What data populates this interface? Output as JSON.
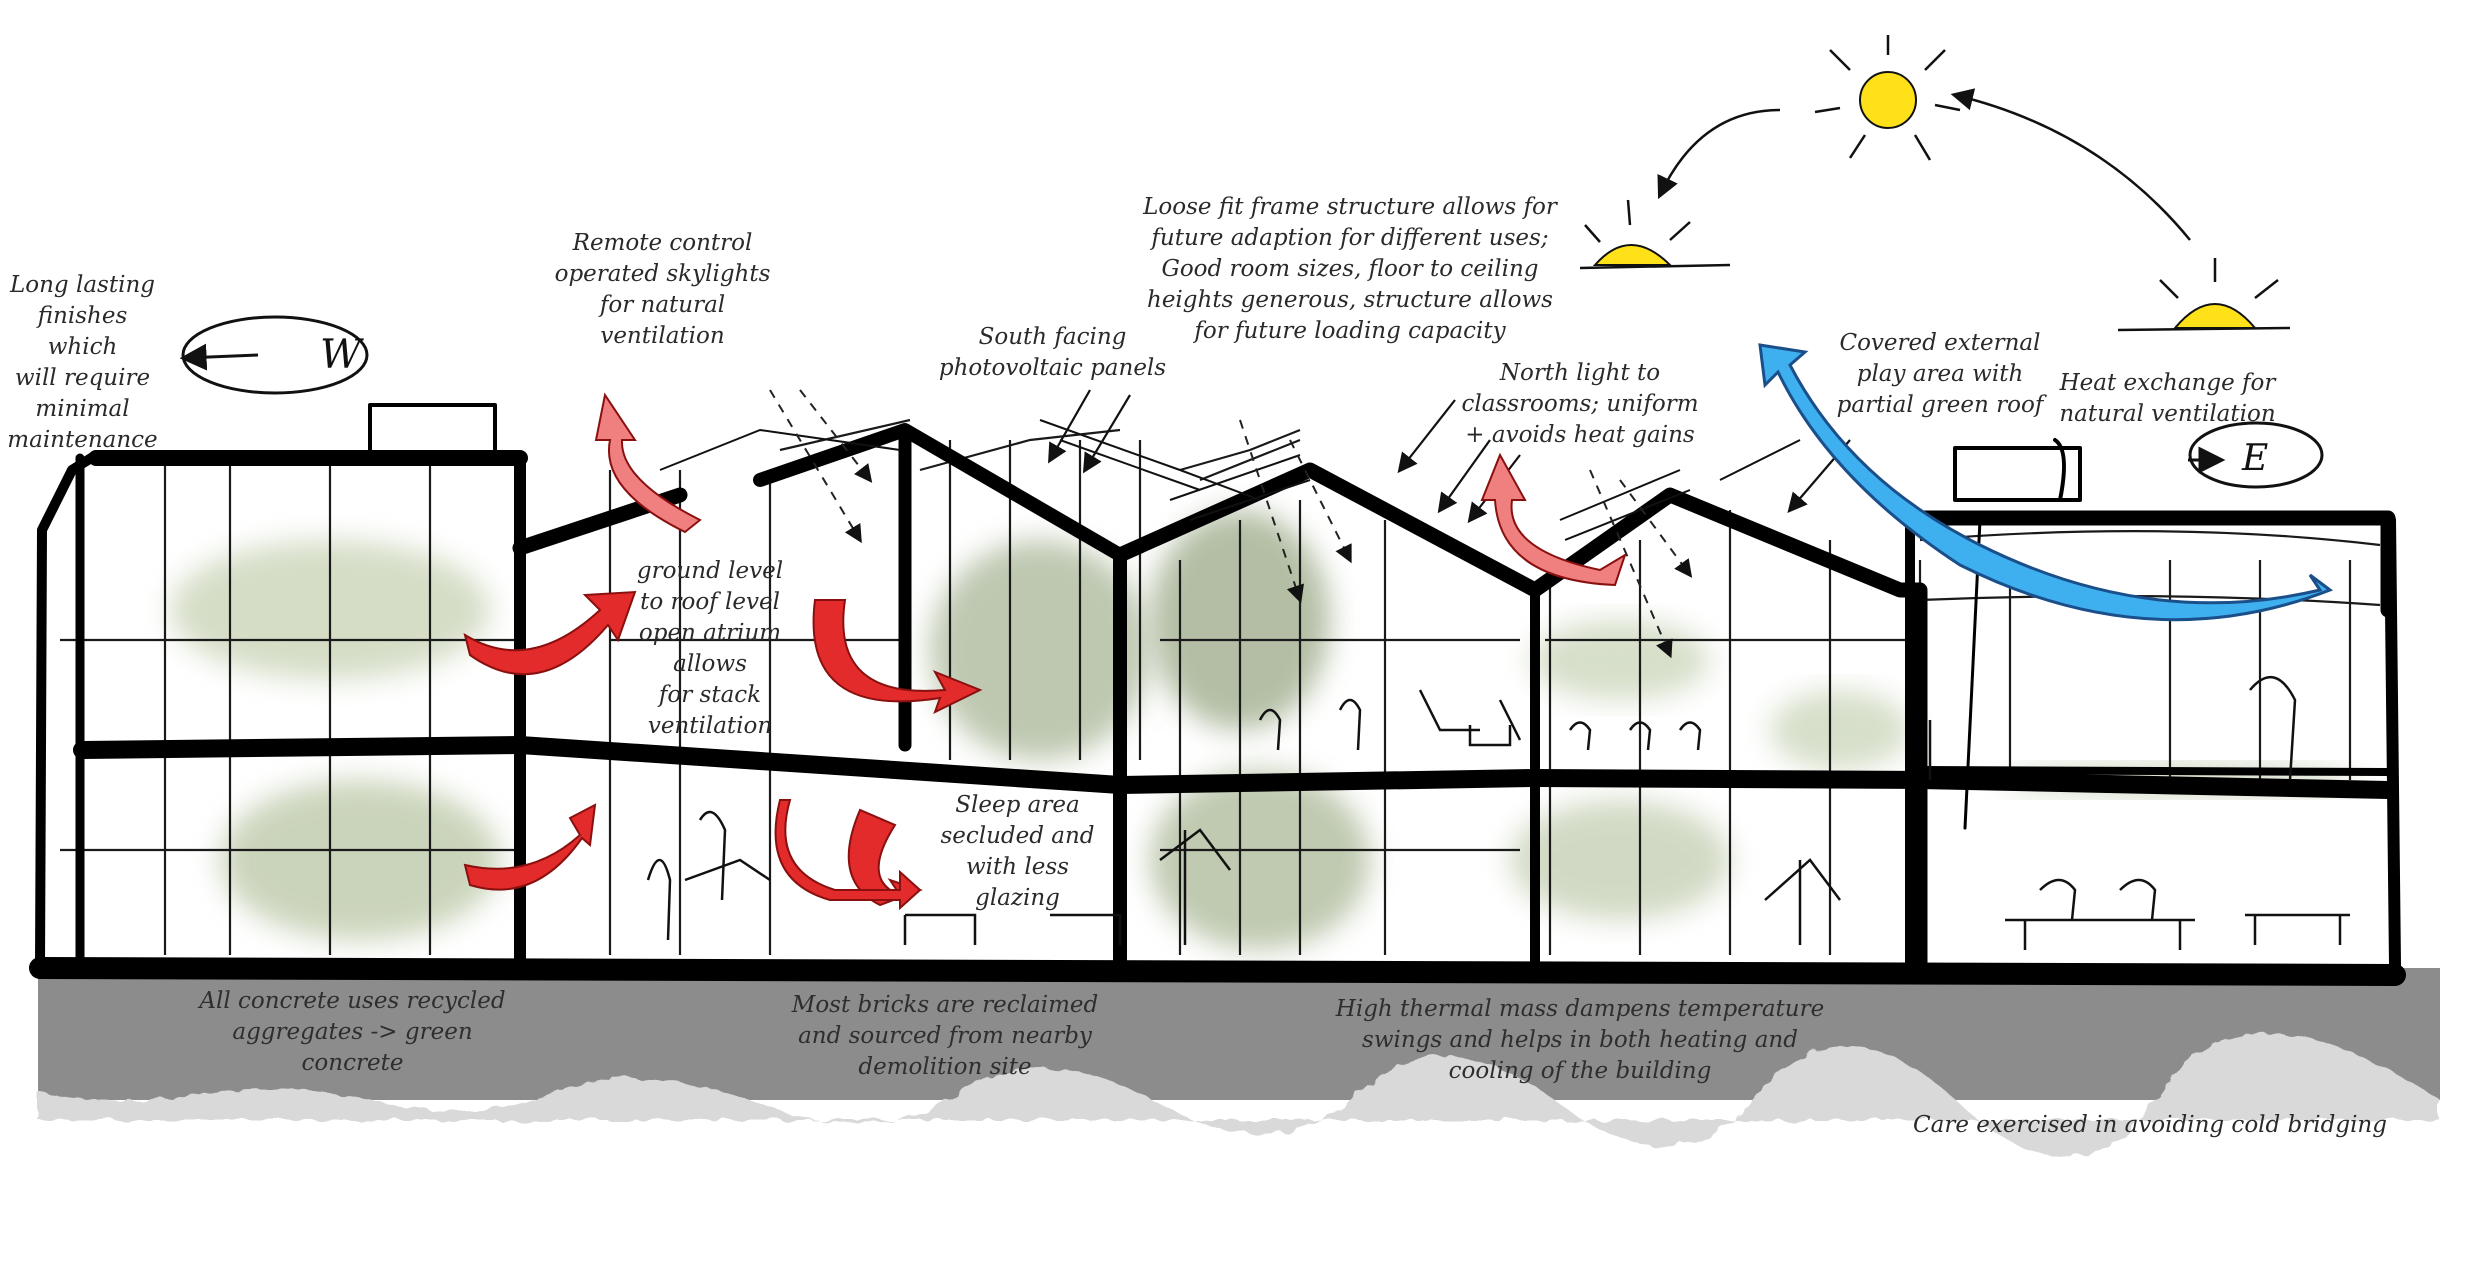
{
  "colors": {
    "ink": "#000000",
    "ground": "#8c8c8c",
    "glass_green": "#b9c6a4",
    "warm_arrow": "#e32b2b",
    "warm_arrow_light": "#f08080",
    "cool_arrow": "#3fb0ef",
    "sun": "#ffe11a"
  },
  "annotations": {
    "finishes": "Long lasting\nfinishes which\nwill require\nminimal\nmaintenance",
    "skylights": "Remote control\noperated skylights\nfor natural\nventilation",
    "atrium": "ground level\nto roof level\nopen atrium\nallows\nfor stack\nventilation",
    "pv": "South facing\nphotovoltaic panels",
    "frame": "Loose fit frame structure allows for\nfuture adaption for different uses;\nGood room sizes, floor to ceiling\nheights generous, structure allows\nfor future loading capacity",
    "north_light": "North light to\nclassrooms; uniform\n+ avoids heat gains",
    "play_area": "Covered external\nplay area with\npartial green roof",
    "heat_exchange": "Heat exchange for\nnatural ventilation",
    "sleep": "Sleep area\nsecluded and\nwith less\nglazing",
    "concrete": "All concrete uses recycled\naggregates -> green\nconcrete",
    "bricks": "Most bricks are reclaimed\nand sourced from nearby\ndemolition site",
    "thermal": "High thermal mass dampens temperature\nswings and helps in both heating and\ncooling of the building",
    "bridging": "Care exercised in avoiding cold bridging"
  },
  "compass": {
    "west_label": "W",
    "east_label": "E"
  }
}
